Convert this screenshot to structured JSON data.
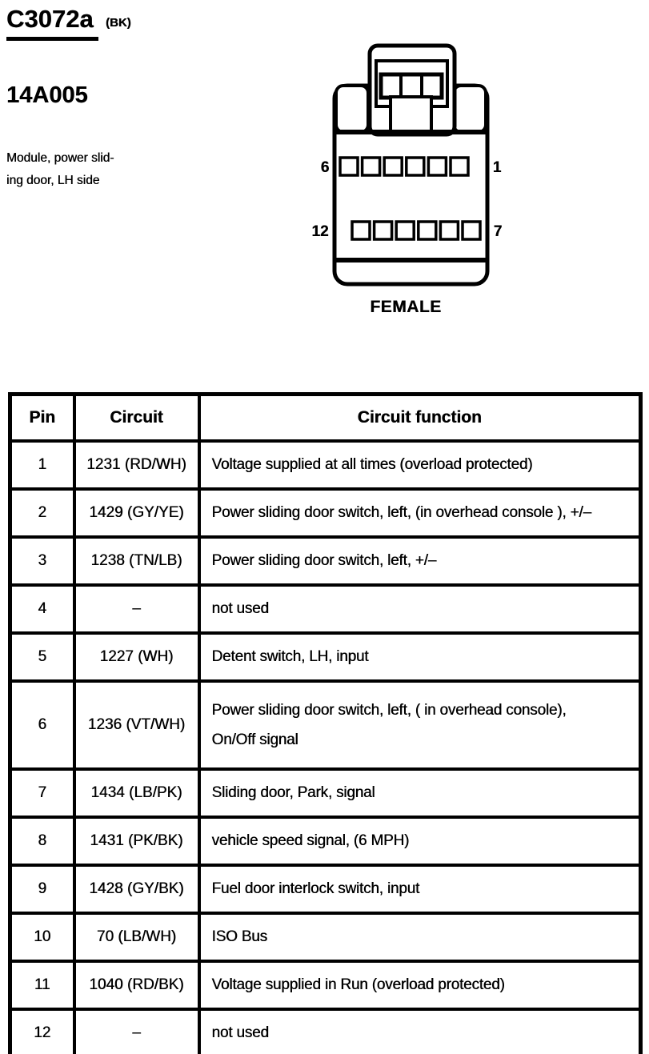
{
  "header": {
    "connector_id": "C3072a",
    "connector_color": "(BK)",
    "part_number": "14A005",
    "description_line1": "Module, power slid-",
    "description_line2": "ing door, LH side"
  },
  "connector": {
    "gender_label": "FEMALE",
    "cavities_per_row": 6,
    "pin_labels": {
      "top_left": "6",
      "top_right": "1",
      "bottom_left": "12",
      "bottom_right": "7"
    }
  },
  "table": {
    "headers": [
      "Pin",
      "Circuit",
      "Circuit function"
    ],
    "rows": [
      {
        "pin": "1",
        "circuit": "1231 (RD/WH)",
        "function": "Voltage supplied at all times (overload protected)"
      },
      {
        "pin": "2",
        "circuit": "1429 (GY/YE)",
        "function": "Power sliding door switch, left, (in overhead console ), +/–"
      },
      {
        "pin": "3",
        "circuit": "1238 (TN/LB)",
        "function": "Power sliding door switch, left, +/–"
      },
      {
        "pin": "4",
        "circuit": "–",
        "function": "not used"
      },
      {
        "pin": "5",
        "circuit": "1227 (WH)",
        "function": "Detent switch, LH, input"
      },
      {
        "pin": "6",
        "circuit": "1236 (VT/WH)",
        "function": "Power sliding door switch, left, ( in overhead console),",
        "function2": "On/Off signal"
      },
      {
        "pin": "7",
        "circuit": "1434 (LB/PK)",
        "function": "Sliding door, Park, signal"
      },
      {
        "pin": "8",
        "circuit": "1431 (PK/BK)",
        "function": "vehicle speed signal, (6 MPH)"
      },
      {
        "pin": "9",
        "circuit": "1428 (GY/BK)",
        "function": "Fuel door interlock switch, input"
      },
      {
        "pin": "10",
        "circuit": "70 (LB/WH)",
        "function": "ISO Bus"
      },
      {
        "pin": "11",
        "circuit": "1040 (RD/BK)",
        "function": "Voltage supplied in Run (overload protected)"
      },
      {
        "pin": "12",
        "circuit": "–",
        "function": "not used"
      }
    ]
  },
  "colors": {
    "ink": "#000000",
    "paper": "#ffffff"
  }
}
